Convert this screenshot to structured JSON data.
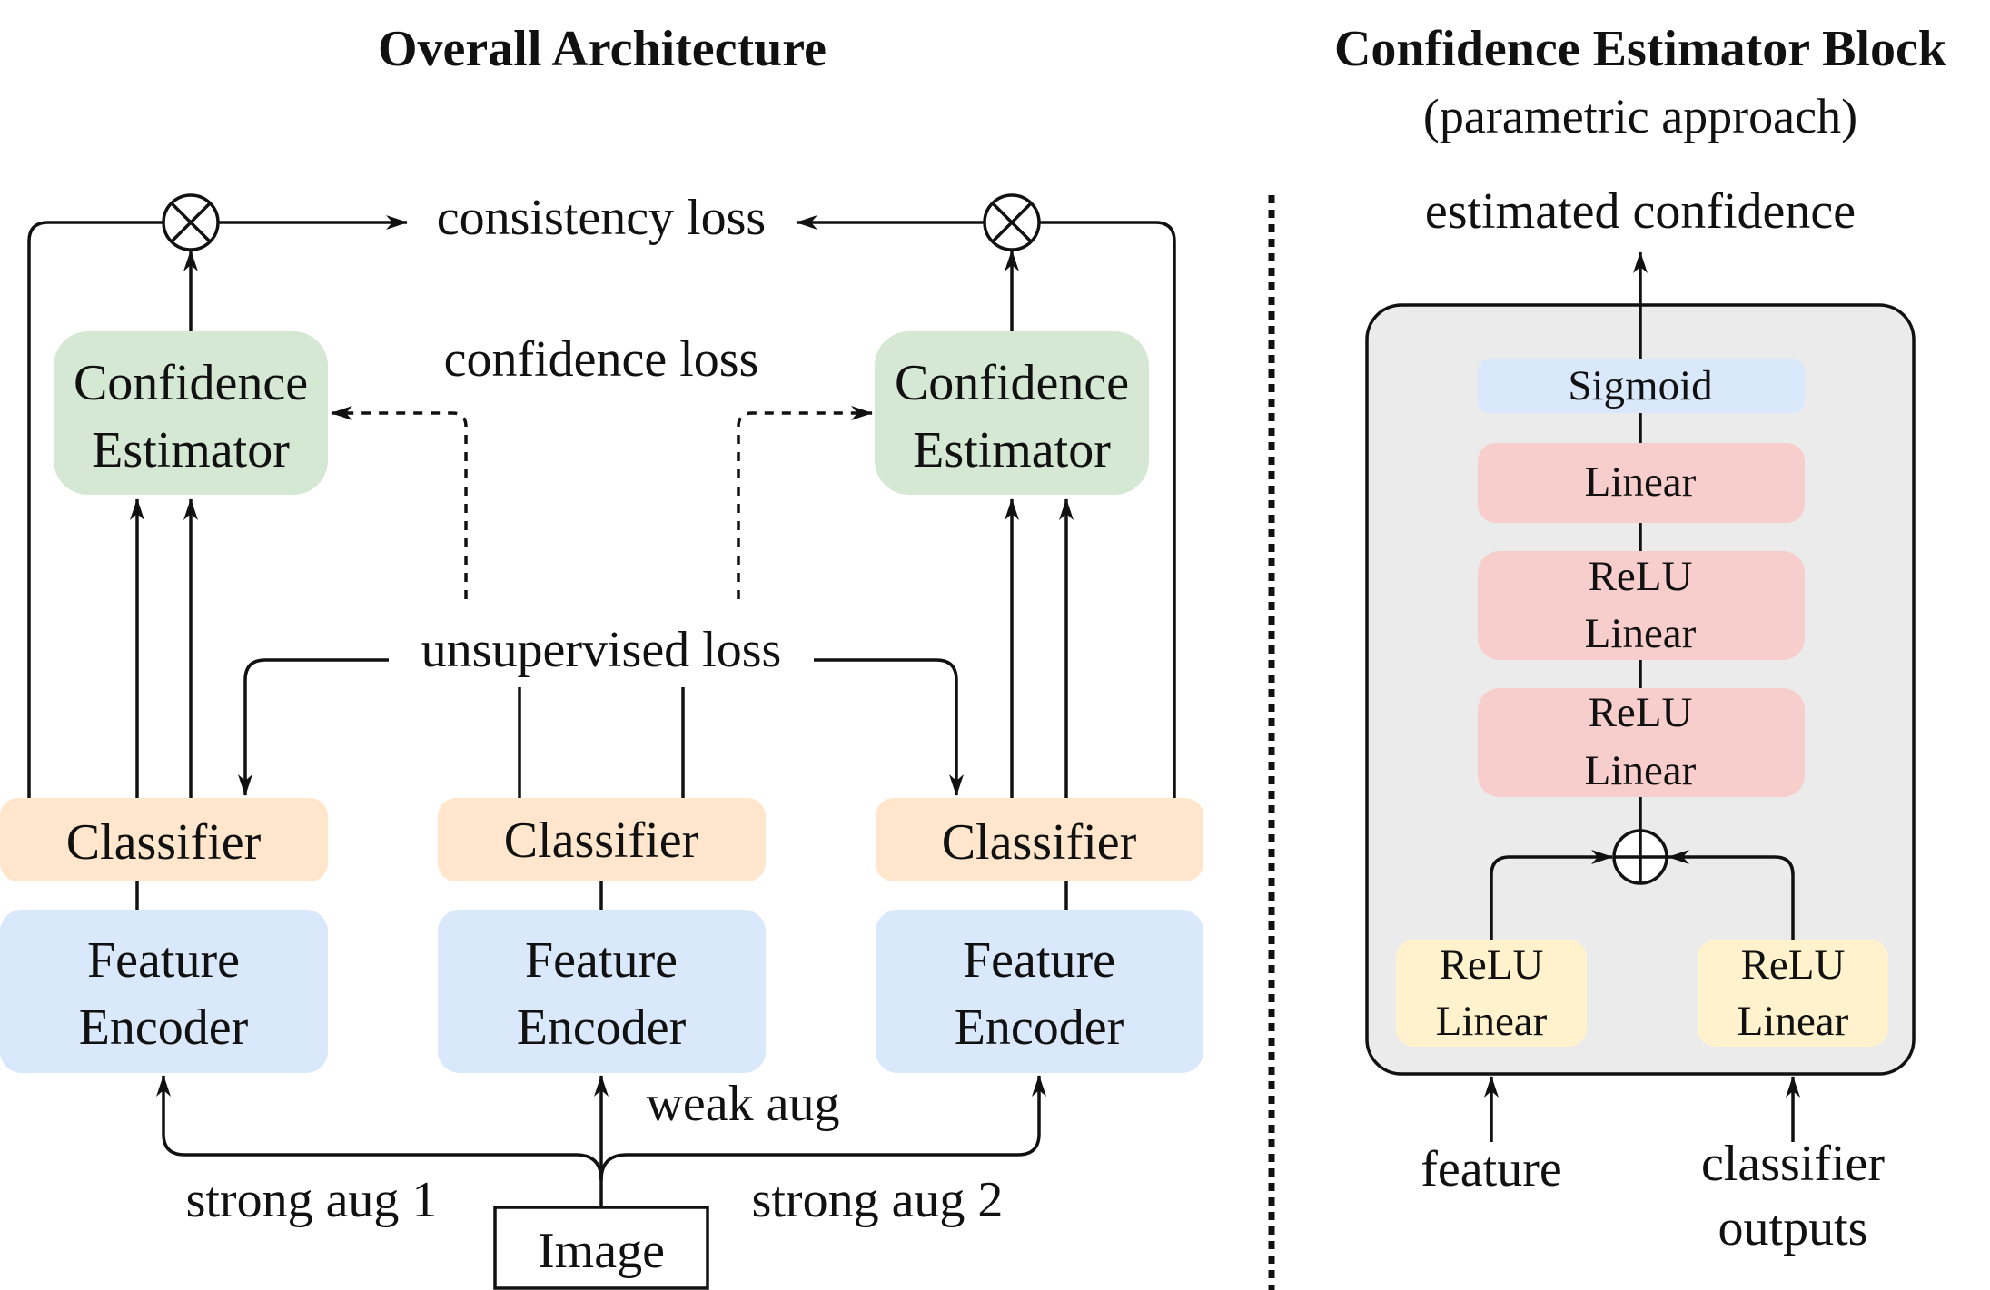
{
  "titles": {
    "left": "Overall Architecture",
    "right": "Confidence Estimator Block",
    "right_subtitle": "(parametric approach)"
  },
  "losses": {
    "consistency": "consistency loss",
    "confidence": "confidence loss",
    "unsupervised": "unsupervised loss"
  },
  "confidence_estimator": {
    "line1": "Confidence",
    "line2": "Estimator"
  },
  "classifier": "Classifier",
  "feature_encoder": {
    "line1": "Feature",
    "line2": "Encoder"
  },
  "input": "Image",
  "augmentations": {
    "strong1": "strong aug 1",
    "weak": "weak aug",
    "strong2": "strong aug 2"
  },
  "block": {
    "output": "estimated confidence",
    "sigmoid": "Sigmoid",
    "linear": "Linear",
    "relu": "ReLU",
    "input_feature": "feature",
    "input_classifier_1": "classifier",
    "input_classifier_2": "outputs"
  },
  "colors": {
    "confidence_estimator": "#d5e8d4",
    "classifier": "#ffe6cc",
    "feature_encoder": "#dae8fc",
    "block_background": "#ebebeb",
    "sigmoid": "#dae8fc",
    "linear_relu": "#f8cecc",
    "input_branch": "#fff2cc",
    "stroke": "#111111"
  }
}
